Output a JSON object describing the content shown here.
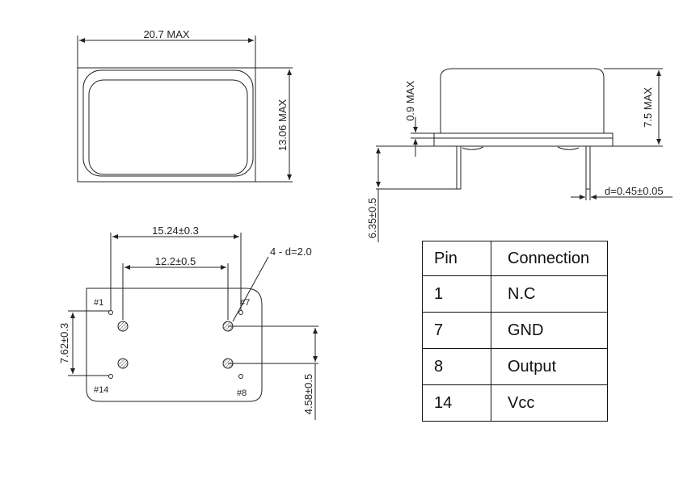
{
  "top_view": {
    "width_label": "20.7 MAX",
    "height_label": "13.06 MAX"
  },
  "side_view": {
    "lid_label": "0.9 MAX",
    "height_label": "7.5 MAX",
    "pin_length_label": "6.35±0.5",
    "pin_diameter_label": "d=0.45±0.05"
  },
  "bottom_view": {
    "row_spacing_label": "15.24±0.3",
    "inner_spacing_label": "12.2±0.5",
    "hole_label": "4 - d=2.0",
    "col_spacing_label": "7.62±0.3",
    "offset_label": "4.58±0.5",
    "pin_labels": {
      "p1": "#1",
      "p7": "#7",
      "p8": "#8",
      "p14": "#14"
    }
  },
  "pin_table": {
    "headers": {
      "pin": "Pin",
      "connection": "Connection"
    },
    "rows": [
      {
        "pin": "1",
        "connection": "N.C"
      },
      {
        "pin": "7",
        "connection": "GND"
      },
      {
        "pin": "8",
        "connection": "Output"
      },
      {
        "pin": "14",
        "connection": "Vcc"
      }
    ]
  }
}
